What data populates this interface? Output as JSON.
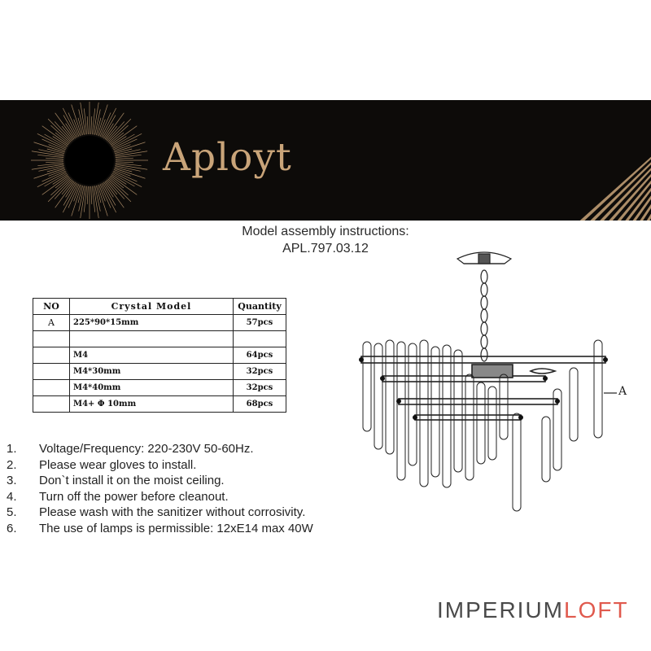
{
  "brand": {
    "name": "Aployt"
  },
  "heading": {
    "line1": "Model assembly instructions:",
    "line2": "APL.797.03.12"
  },
  "table": {
    "headers": [
      "NO",
      "Crystal   Model",
      "Quantity"
    ],
    "rows": [
      [
        "A",
        "225*90*15mm",
        "57pcs"
      ],
      [
        "",
        "",
        ""
      ],
      [
        "",
        "M4",
        "64pcs"
      ],
      [
        "",
        "M4*30mm",
        "32pcs"
      ],
      [
        "",
        "M4*40mm",
        "32pcs"
      ],
      [
        "",
        "M4+ Φ 10mm",
        "68pcs"
      ]
    ]
  },
  "notes": [
    {
      "num": "1.",
      "text": "Voltage/Frequency: 220-230V 50-60Hz."
    },
    {
      "num": "2.",
      "text": "Please wear gloves to install."
    },
    {
      "num": "3.",
      "text": "Don`t install it on the moist ceiling."
    },
    {
      "num": "4.",
      "text": "Turn off the power before cleanout."
    },
    {
      "num": "5.",
      "text": "Please wash with the sanitizer without corrosivity."
    },
    {
      "num": "6.",
      "text": "The use of lamps is permissible: 12xE14 max 40W"
    }
  ],
  "drawing": {
    "callout_label": "A"
  },
  "footer": {
    "logo_part1": "IMPERIUM",
    "logo_part2": "LOFT"
  },
  "colors": {
    "banner_bg": "#0d0b09",
    "gold": "#c9a479",
    "logo_accent": "#e05a4e"
  }
}
